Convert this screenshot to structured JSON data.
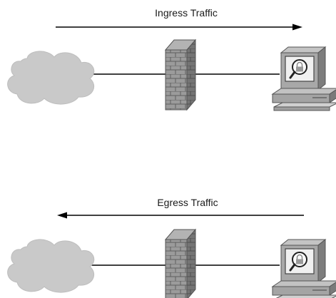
{
  "ingress": {
    "label": "Ingress Traffic",
    "direction": "left-to-right"
  },
  "egress": {
    "label": "Egress Traffic",
    "direction": "right-to-left"
  },
  "nodes": {
    "cloud": "cloud-icon",
    "firewall": "firewall-brick-icon",
    "host": "monitored-host-icon"
  },
  "colors": {
    "cloud": "#c8c8c8",
    "brick_light": "#9a9a9a",
    "brick_dark": "#6f6f6f",
    "computer_body": "#a9a9a9",
    "computer_dark": "#7c7c7c",
    "screen": "#eeeeee",
    "line": "#000000"
  }
}
